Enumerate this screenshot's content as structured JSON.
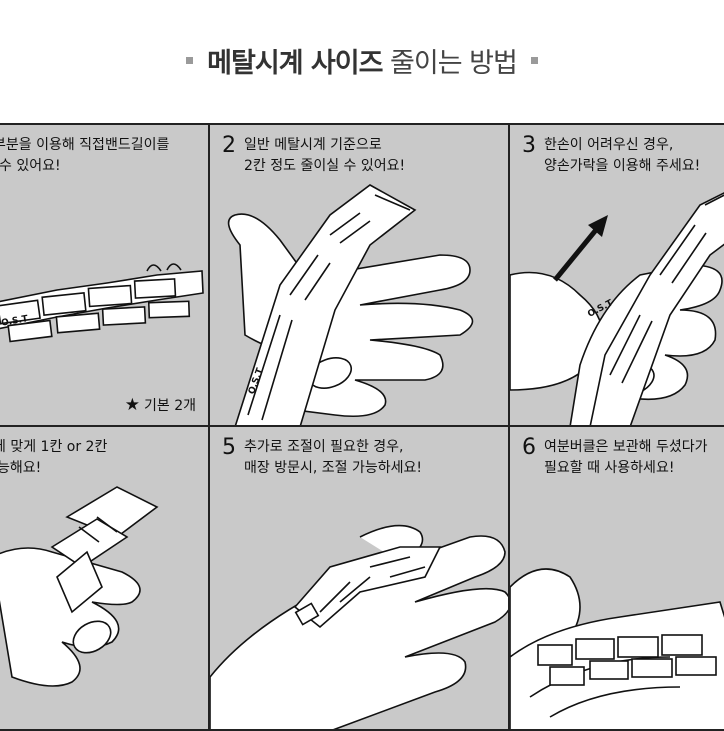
{
  "header": {
    "title_bold": "메탈시계 사이즈",
    "title_rest": " 줄이는 방법"
  },
  "panels": [
    {
      "number": "",
      "line1": "부분을 이용해 직접밴드길이를",
      "line2": "수 있어요!",
      "badge": "O.S.T",
      "note": "기본 2개"
    },
    {
      "number": "2",
      "line1": "일반 메탈시계 기준으로",
      "line2": "2칸 정도 줄이실 수 있어요!",
      "badge": "O.S.T"
    },
    {
      "number": "3",
      "line1": "한손이 어려우신 경우,",
      "line2": "양손가락을 이용해 주세요!",
      "badge": "O.S.T"
    },
    {
      "number": "",
      "line1": "에 맞게 1칸 or 2칸",
      "line2": "능해요!"
    },
    {
      "number": "5",
      "line1": "추가로 조절이 필요한 경우,",
      "line2": "매장 방문시, 조절 가능하세요!"
    },
    {
      "number": "6",
      "line1": "여분버클은 보관해 두셨다가",
      "line2": "필요할 때 사용하세요!"
    }
  ]
}
